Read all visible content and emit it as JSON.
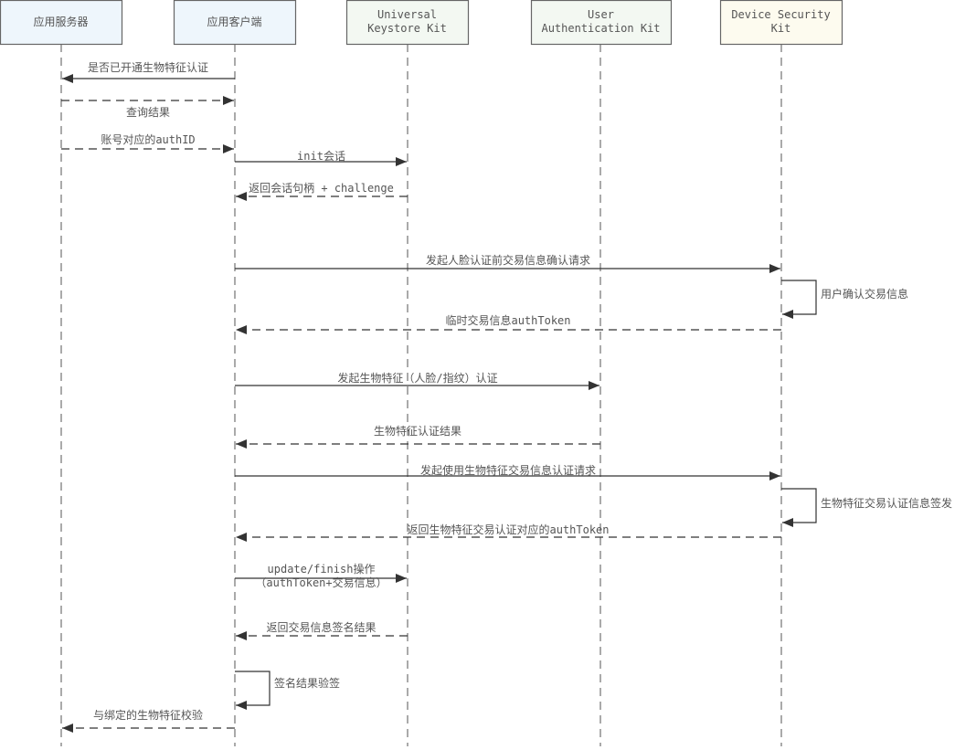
{
  "participants": [
    {
      "label": [
        "应用服务器"
      ],
      "fill": "#eef6fc"
    },
    {
      "label": [
        "应用客户端"
      ],
      "fill": "#eef6fc"
    },
    {
      "label": [
        "Universal",
        "Keystore Kit"
      ],
      "fill": "#f3f8f2"
    },
    {
      "label": [
        "User",
        "Authentication Kit"
      ],
      "fill": "#f3f8f2"
    },
    {
      "label": [
        "Device Security",
        "Kit"
      ],
      "fill": "#fdfbef"
    }
  ],
  "messages": [
    {
      "from": 1,
      "to": 0,
      "style": "solid",
      "label": [
        "是否已开通生物特征认证"
      ]
    },
    {
      "from": 0,
      "to": 1,
      "style": "dashed",
      "label": [
        "查询结果"
      ]
    },
    {
      "from": 0,
      "to": 1,
      "style": "dashed",
      "label": [
        "账号对应的authID"
      ]
    },
    {
      "from": 1,
      "to": 2,
      "style": "solid",
      "label": [
        "init会话"
      ]
    },
    {
      "from": 2,
      "to": 1,
      "style": "dashed",
      "label": [
        "返回会话句柄 + challenge"
      ]
    },
    {
      "from": 1,
      "to": 4,
      "style": "solid",
      "label": [
        "发起人脸认证前交易信息确认请求"
      ]
    },
    {
      "from": 4,
      "to": 4,
      "style": "self",
      "label": [
        "用户确认交易信息"
      ]
    },
    {
      "from": 4,
      "to": 1,
      "style": "dashed",
      "label": [
        "临时交易信息authToken"
      ]
    },
    {
      "from": 1,
      "to": 3,
      "style": "solid",
      "label": [
        "发起生物特征（人脸/指纹）认证"
      ]
    },
    {
      "from": 3,
      "to": 1,
      "style": "dashed",
      "label": [
        "生物特征认证结果"
      ]
    },
    {
      "from": 1,
      "to": 4,
      "style": "solid",
      "label": [
        "发起使用生物特征交易信息认证请求"
      ]
    },
    {
      "from": 4,
      "to": 4,
      "style": "self",
      "label": [
        "生物特征交易认证信息签发"
      ]
    },
    {
      "from": 4,
      "to": 1,
      "style": "dashed",
      "label": [
        "返回生物特征交易认证对应的authToken"
      ]
    },
    {
      "from": 1,
      "to": 2,
      "style": "solid",
      "label": [
        "update/finish操作",
        "（authToken+交易信息）"
      ]
    },
    {
      "from": 2,
      "to": 1,
      "style": "dashed",
      "label": [
        "返回交易信息签名结果"
      ]
    },
    {
      "from": 1,
      "to": 1,
      "style": "self",
      "label": [
        "签名结果验签"
      ]
    },
    {
      "from": 1,
      "to": 0,
      "style": "dashed",
      "label": [
        "与绑定的生物特征校验"
      ]
    }
  ]
}
